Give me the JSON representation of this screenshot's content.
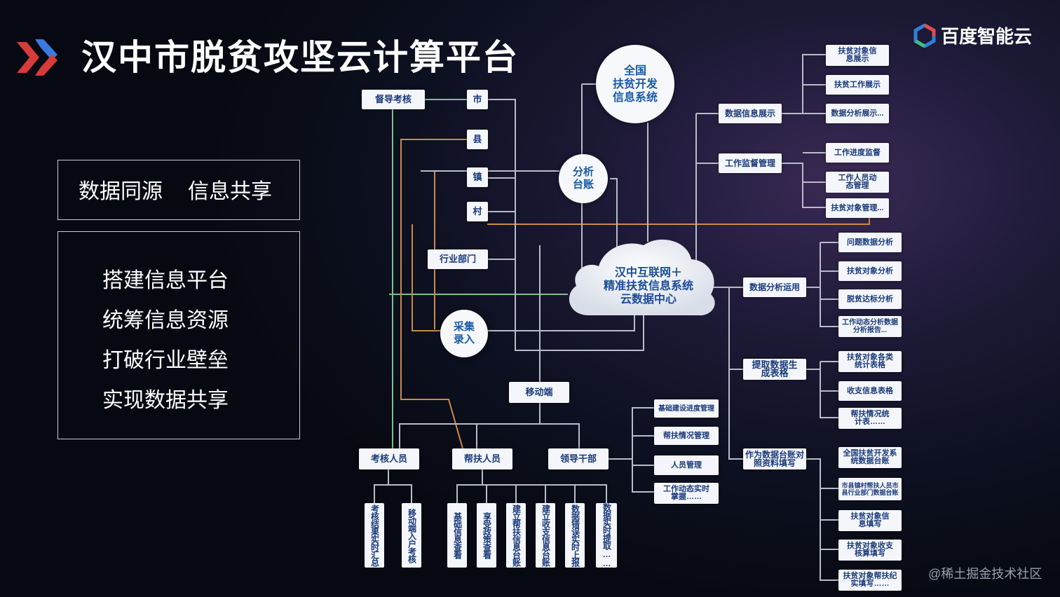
{
  "title": "汉中市脱贫攻坚云计算平台",
  "brand": {
    "name": "百度智能云"
  },
  "watermark": "@稀土掘金技术社区",
  "slogan": {
    "left": "数据同源",
    "right": "信息共享"
  },
  "points": [
    "搭建信息平台",
    "统筹信息资源",
    "打破行业壁垒",
    "实现数据共享"
  ],
  "diagram": {
    "supervise": "督导考核",
    "levels": [
      "市",
      "县",
      "镇",
      "村"
    ],
    "industry": "行业部门",
    "national": "全国\n扶贫开发\n信息系统",
    "analysis": "分析\n台账",
    "collect": "采集\n录入",
    "cloud": "汉中互联网＋\n精准扶贫信息系统\n云数据中心",
    "mobile": "移动端",
    "roles": [
      "考核人员",
      "帮扶人员",
      "领导干部"
    ],
    "examiner_items": [
      "考核结果实时汇总",
      "移动端入户考核"
    ],
    "helper_items": [
      "基础信息查看",
      "享受政策查看",
      "建立帮扶信息台账",
      "建立收支信息台账",
      "数据错误实时上报",
      "数据实时提取……"
    ],
    "leader_items": [
      "基础建设进度管理",
      "帮扶情况管理",
      "人员管理",
      "工作动态实时掌握……"
    ],
    "right_groups": [
      {
        "label": "数据信息展示",
        "items": [
          "扶贫对象信息展示",
          "扶贫工作展示",
          "数据分析展示..."
        ]
      },
      {
        "label": "工作监督管理",
        "items": [
          "工作进度监督",
          "工作人员动态管理",
          "扶贫对象管理..."
        ]
      },
      {
        "label": "数据分析运用",
        "items": [
          "问题数据分析",
          "扶贫对象分析",
          "脱贫达标分析",
          "工作动态分析数据分析报告..."
        ]
      },
      {
        "label": "提取数据生成表格",
        "items": [
          "扶贫对象各类统计表格",
          "收支信息表格",
          "帮扶情况统计表……"
        ]
      },
      {
        "label": "作为数据台账对照资料填写",
        "items": [
          "全国扶贫开发系统数据台账",
          "市县镇村帮扶人员市县行业部门数据台账",
          "扶贫对象信息填写",
          "扶贫对象收支核算填写",
          "扶贫对象帮扶纪实填写……"
        ]
      }
    ]
  },
  "colors": {
    "line_gray": "#b8bcc8",
    "line_orange": "#c98a4a",
    "line_green": "#7bbf8a",
    "box_text": "#1a3a7a"
  }
}
